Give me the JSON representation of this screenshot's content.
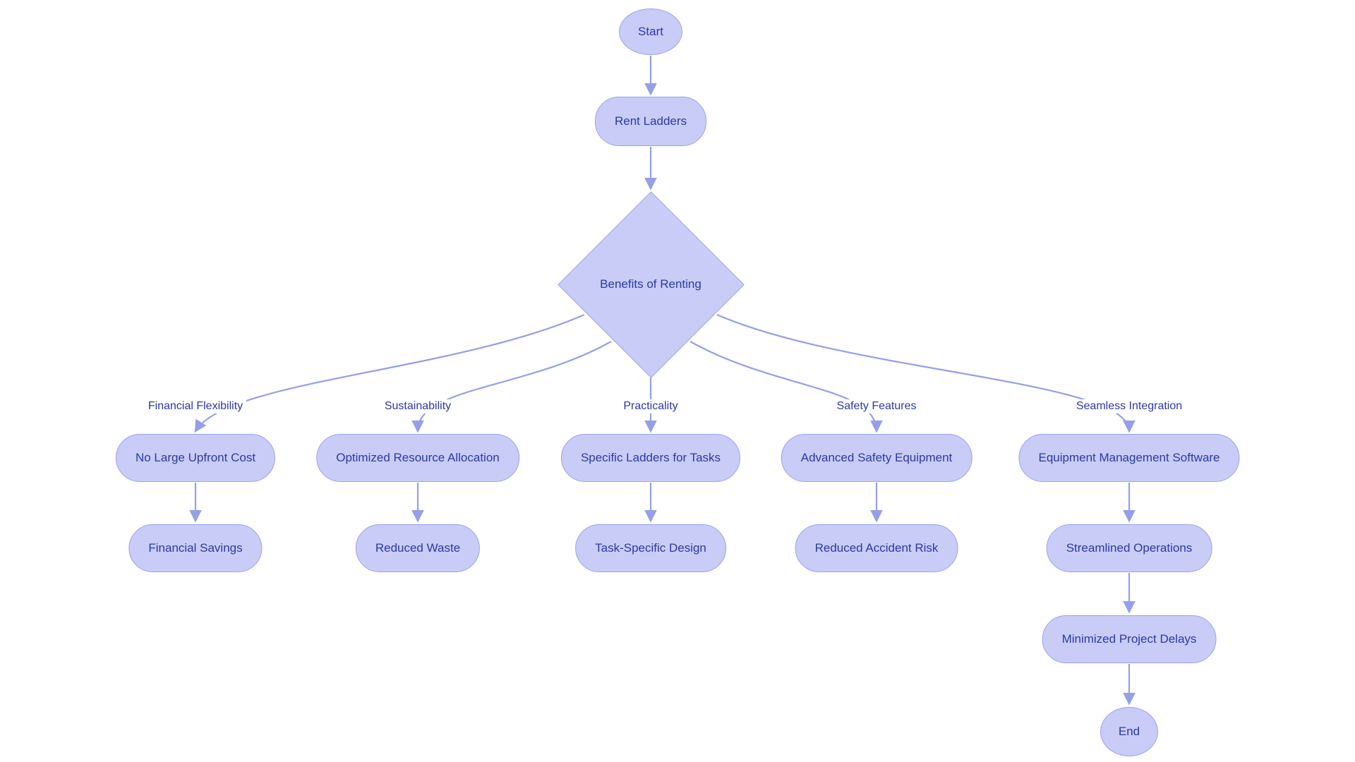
{
  "colors": {
    "background": "#ffffff",
    "node_fill": "#c9ccf6",
    "node_border": "#9aa3ef",
    "edge_line": "#959fe9",
    "text": "#2c38a9"
  },
  "flowchart": {
    "start": "Start",
    "rent": "Rent Ladders",
    "decision": "Benefits of Renting",
    "end": "End",
    "branches": [
      {
        "label": "Financial Flexibility",
        "first": "No Large Upfront Cost",
        "second": "Financial Savings"
      },
      {
        "label": "Sustainability",
        "first": "Optimized Resource Allocation",
        "second": "Reduced Waste"
      },
      {
        "label": "Practicality",
        "first": "Specific Ladders for Tasks",
        "second": "Task-Specific Design"
      },
      {
        "label": "Safety Features",
        "first": "Advanced Safety Equipment",
        "second": "Reduced Accident Risk"
      },
      {
        "label": "Seamless Integration",
        "first": "Equipment Management Software",
        "second": "Streamlined Operations",
        "third": "Minimized Project Delays"
      }
    ]
  }
}
